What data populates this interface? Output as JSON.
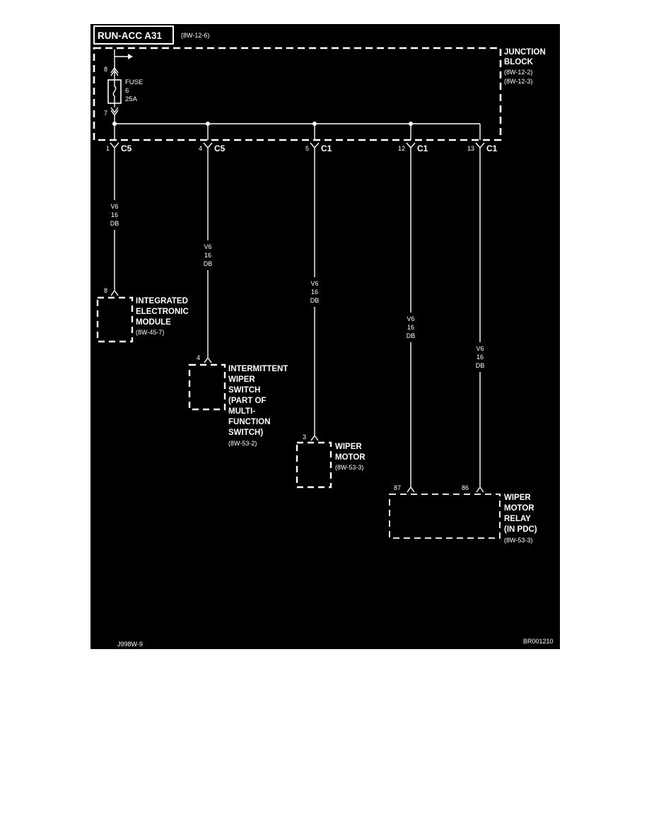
{
  "circuit": {
    "name": "RUN-ACC A31",
    "ref": "(8W-12-6)"
  },
  "junction_block": {
    "title_line1": "JUNCTION",
    "title_line2": "BLOCK",
    "ref1": "(8W-12-2)",
    "ref2": "(8W-12-3)"
  },
  "fuse": {
    "label": "FUSE",
    "number": "6",
    "rating": "25A",
    "pin_in": "8",
    "pin_out": "7"
  },
  "connectors": [
    {
      "pin": "1",
      "name": "C5"
    },
    {
      "pin": "4",
      "name": "C5"
    },
    {
      "pin": "5",
      "name": "C1"
    },
    {
      "pin": "12",
      "name": "C1"
    },
    {
      "pin": "13",
      "name": "C1"
    }
  ],
  "wires": [
    {
      "circuit": "V6",
      "gauge": "16",
      "color": "DB"
    },
    {
      "circuit": "V6",
      "gauge": "16",
      "color": "DB"
    },
    {
      "circuit": "V6",
      "gauge": "16",
      "color": "DB"
    },
    {
      "circuit": "V6",
      "gauge": "16",
      "color": "DB"
    },
    {
      "circuit": "V6",
      "gauge": "16",
      "color": "DB"
    }
  ],
  "components": {
    "iem": {
      "pin": "8",
      "line1": "INTEGRATED",
      "line2": "ELECTRONIC",
      "line3": "MODULE",
      "ref": "(8W-45-7)"
    },
    "iws": {
      "pin": "4",
      "line1": "INTERMITTENT",
      "line2": "WIPER",
      "line3": "SWITCH",
      "line4": "(PART OF",
      "line5": "MULTI-",
      "line6": "FUNCTION",
      "line7": "SWITCH)",
      "ref": "(8W-53-2)"
    },
    "motor": {
      "pin": "3",
      "line1": "WIPER",
      "line2": "MOTOR",
      "ref": "(8W-53-3)"
    },
    "relay": {
      "pin1": "87",
      "pin2": "86",
      "line1": "WIPER",
      "line2": "MOTOR",
      "line3": "RELAY",
      "line4": "(IN PDC)",
      "ref": "(8W-53-3)"
    }
  },
  "footer": {
    "left": "J998W-9",
    "right": "BR001210"
  }
}
